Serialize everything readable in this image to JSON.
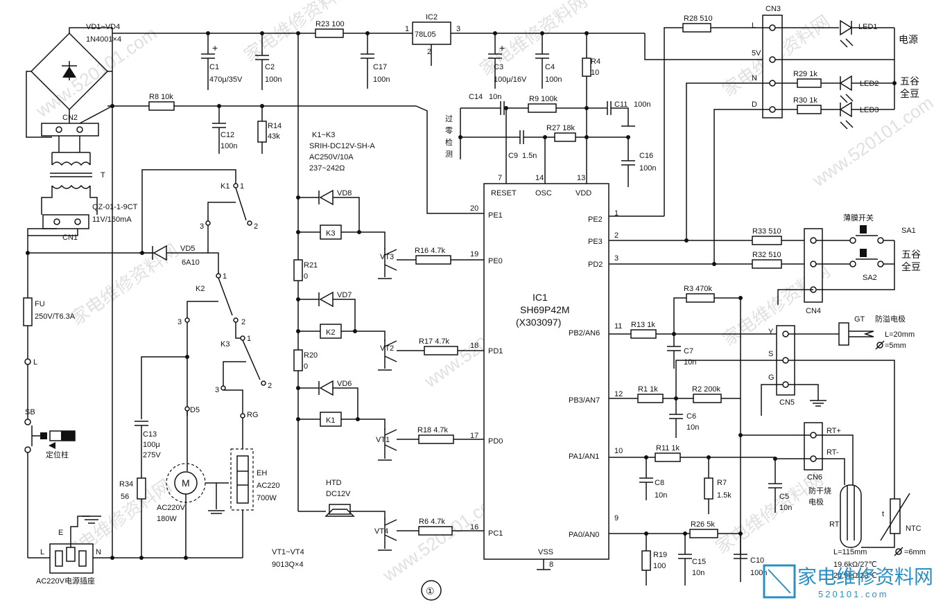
{
  "ic1": {
    "name": "IC1",
    "part": "SH69P42M",
    "code": "(X303097)",
    "pins_left": [
      {
        "num": "20",
        "name": "PE1"
      },
      {
        "num": "19",
        "name": "PE0"
      },
      {
        "num": "18",
        "name": "PD1"
      },
      {
        "num": "17",
        "name": "PD0"
      },
      {
        "num": "16",
        "name": "PC1"
      }
    ],
    "pins_right": [
      {
        "num": "1",
        "name": "PE2"
      },
      {
        "num": "2",
        "name": "PE3"
      },
      {
        "num": "3",
        "name": "PD2"
      },
      {
        "num": "11",
        "name": "PB2/AN6"
      },
      {
        "num": "12",
        "name": "PB3/AN7"
      },
      {
        "num": "10",
        "name": "PA1/AN1"
      },
      {
        "num": "9",
        "name": "PA0/AN0"
      }
    ],
    "pins_top": [
      {
        "num": "7",
        "name": "RESET"
      },
      {
        "num": "14",
        "name": "OSC"
      },
      {
        "num": "13",
        "name": "VDD"
      }
    ],
    "pin_bottom": {
      "num": "8",
      "name": "VSS"
    }
  },
  "ic2": {
    "name": "IC2",
    "part": "78L05",
    "pin1": "1",
    "pin2": "2",
    "pin3": "3"
  },
  "rectifier": {
    "name": "VD1~VD4",
    "part": "1N4001×4"
  },
  "caps": {
    "c1": {
      "name": "C1",
      "value": "470μ/35V"
    },
    "c2": {
      "name": "C2",
      "value": "100n"
    },
    "c17": {
      "name": "C17",
      "value": "100n"
    },
    "c3": {
      "name": "C3",
      "value": "100μ/16V"
    },
    "c4": {
      "name": "C4",
      "value": "100n"
    },
    "c12": {
      "name": "C12",
      "value": "100n"
    },
    "c14": {
      "name": "C14",
      "value": "10n"
    },
    "c11": {
      "name": "C11",
      "value": "100n"
    },
    "c9": {
      "name": "C9",
      "value": "1.5n"
    },
    "c16": {
      "name": "C16",
      "value": "100n"
    },
    "c13": {
      "name": "C13",
      "value": "100μ",
      "value2": "275V"
    },
    "c7": {
      "name": "C7",
      "value": "10n"
    },
    "c6": {
      "name": "C6",
      "value": "10n"
    },
    "c8": {
      "name": "C8",
      "value": "10n"
    },
    "c5": {
      "name": "C5",
      "value": "10n"
    },
    "c15": {
      "name": "C15",
      "value": "10n"
    },
    "c10": {
      "name": "C10",
      "value": "100n"
    }
  },
  "resistors": {
    "r23": "R23 100",
    "r8": "R8 10k",
    "r14": {
      "name": "R14",
      "value": "43k"
    },
    "r4": {
      "name": "R4",
      "value": "10"
    },
    "r9": "R9 100k",
    "r27": "R27 18k",
    "r28": "R28 510",
    "r29": "R29 1k",
    "r30": "R30 1k",
    "r33": "R33 510",
    "r32": "R32 510",
    "r3": "R3 470k",
    "r13": "R13 1k",
    "r1": "R1 1k",
    "r2": "R2 200k",
    "r11": "R11 1k",
    "r7": {
      "name": "R7",
      "value": "1.5k"
    },
    "r26": "R26 5k",
    "r19": {
      "name": "R19",
      "value": "100"
    },
    "r21": {
      "name": "R21",
      "value": "0"
    },
    "r20": {
      "name": "R20",
      "value": "0"
    },
    "r16": "R16 4.7k",
    "r17": "R17 4.7k",
    "r18": "R18 4.7k",
    "r6": "R6 4.7k",
    "r34": {
      "name": "R34",
      "value": "56"
    }
  },
  "relays": {
    "spec1": "K1~K3",
    "spec2": "SRIH-DC12V-SH-A",
    "spec3": "AC250V/10A",
    "spec4": "237~242Ω",
    "k1": "K1",
    "k2": "K2",
    "k3": "K3"
  },
  "diodes": {
    "vd8": "VD8",
    "vd7": "VD7",
    "vd6": "VD6",
    "vd5": "VD5",
    "vd5_part": "6A10"
  },
  "transistors": {
    "vt1": "VT1",
    "vt2": "VT2",
    "vt3": "VT3",
    "vt4": "VT4",
    "note1": "VT1~VT4",
    "note2": "9013Q×4"
  },
  "transformer": {
    "name": "T",
    "part": "QZ-01-1-9CT",
    "rating": "11V/160mA"
  },
  "connectors": {
    "cn1": "CN1",
    "cn2": "CN2",
    "cn3": "CN3",
    "cn4": "CN4",
    "cn5": "CN5",
    "cn6": "CN6",
    "cn3_pins": [
      "L",
      "5V",
      "N",
      "D"
    ],
    "cn5_pins": [
      "Y",
      "S",
      "G"
    ],
    "cn6_pins": [
      "RT+",
      "RT-"
    ]
  },
  "leds": {
    "led1": "LED1",
    "led2": "LED2",
    "led3": "LED3",
    "power": "电源",
    "grain1": "五谷",
    "grain2": "全豆"
  },
  "switches": {
    "membrane": "薄膜开关",
    "sa1": "SA1",
    "sa2": "SA2",
    "grain1": "五谷",
    "grain2": "全豆"
  },
  "zero_cross": [
    "过",
    "零",
    "检",
    "测"
  ],
  "fuse": {
    "name": "FU",
    "rating": "250V/T6.3A"
  },
  "mains": {
    "l": "L",
    "e": "E",
    "n": "N",
    "socket": "AC220V电源插座",
    "sb": "SB",
    "locator": "定位柱",
    "pin_l": "L"
  },
  "motor": {
    "name": "D5",
    "symbol": "M",
    "volt": "AC220V",
    "power": "180W"
  },
  "heater": {
    "name": "RG",
    "eh": "EH",
    "volt": "AC220",
    "power": "700W"
  },
  "buzzer": {
    "name": "HTD",
    "volt": "DC12V"
  },
  "sensor": {
    "gt": "GT",
    "overflow": "防溢电极",
    "len": "L=20mm",
    "dia": "=5mm",
    "antidry1": "防干烧",
    "antidry2": "电极",
    "rt": "RT",
    "ntc": "NTC",
    "t": "t",
    "rt_len": "L=115mm",
    "rt_dia": "=6mm",
    "spec1": "19.6kΩ/27℃",
    "spec2": "20.9kΩ/23℃"
  },
  "relay_contacts": {
    "c1": "1",
    "c2": "2",
    "c3": "3"
  },
  "figure": {
    "number": "①"
  },
  "watermark": {
    "url": "www.520101.com",
    "text": "家电维修资料网",
    "logo": "家电维修资料网",
    "logo_url": "520101.com"
  }
}
